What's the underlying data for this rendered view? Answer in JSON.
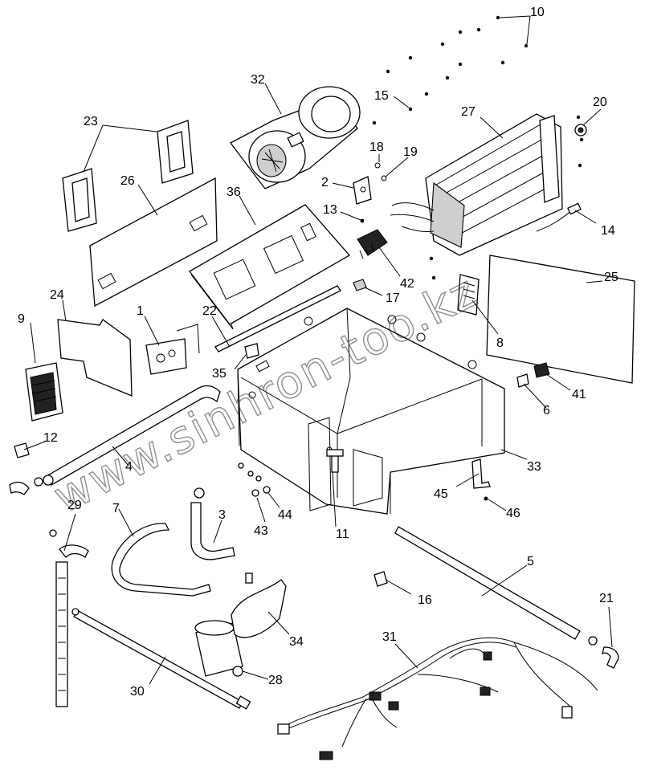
{
  "diagram": {
    "callouts": [
      "1",
      "2",
      "3",
      "4",
      "5",
      "6",
      "7",
      "8",
      "9",
      "10",
      "11",
      "12",
      "13",
      "14",
      "15",
      "16",
      "17",
      "18",
      "19",
      "20",
      "21",
      "22",
      "23",
      "24",
      "25",
      "26",
      "27",
      "28",
      "29",
      "30",
      "31",
      "32",
      "33",
      "34",
      "35",
      "36",
      "41",
      "42",
      "43",
      "44",
      "45",
      "46"
    ]
  },
  "watermark": {
    "text": "www.sinhron-too.kz"
  },
  "colors": {
    "line": "#000000",
    "background": "#ffffff",
    "watermark": "#2a3340"
  }
}
